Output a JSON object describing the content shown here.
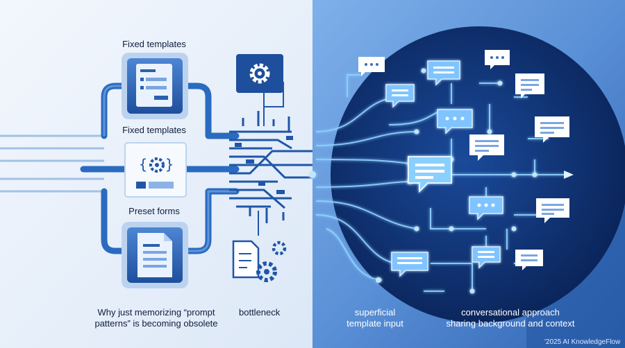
{
  "labels": {
    "fixed_templates_top": "Fixed templates",
    "fixed_templates_mid": "Fixed templates",
    "preset_forms": "Preset forms",
    "left_caption": [
      "Why just memorizing “prompt",
      "patterns” is becoming obsolete"
    ],
    "bottleneck": "bottleneck",
    "superficial": [
      "superficial",
      "template input"
    ],
    "conversational": [
      "conversational approach",
      "sharing background and context"
    ],
    "copyright": "'2025 AI KnowledgeFlow"
  },
  "icons": {
    "template_top": "document-form-icon",
    "template_mid": "gear-code-icon",
    "template_bottom": "document-icon",
    "gear_box": "gear-icon",
    "bottleneck": "document-gears-icon",
    "bubbles": "chat-bubble-icon"
  },
  "colors": {
    "left_bg": "#e9f1fb",
    "right_bg": "#5f95d8",
    "circuit": "#1f5fb0",
    "circle": "#0b2a63",
    "glow": "#7ec8ff",
    "text_dark": "#0f1d3a"
  }
}
